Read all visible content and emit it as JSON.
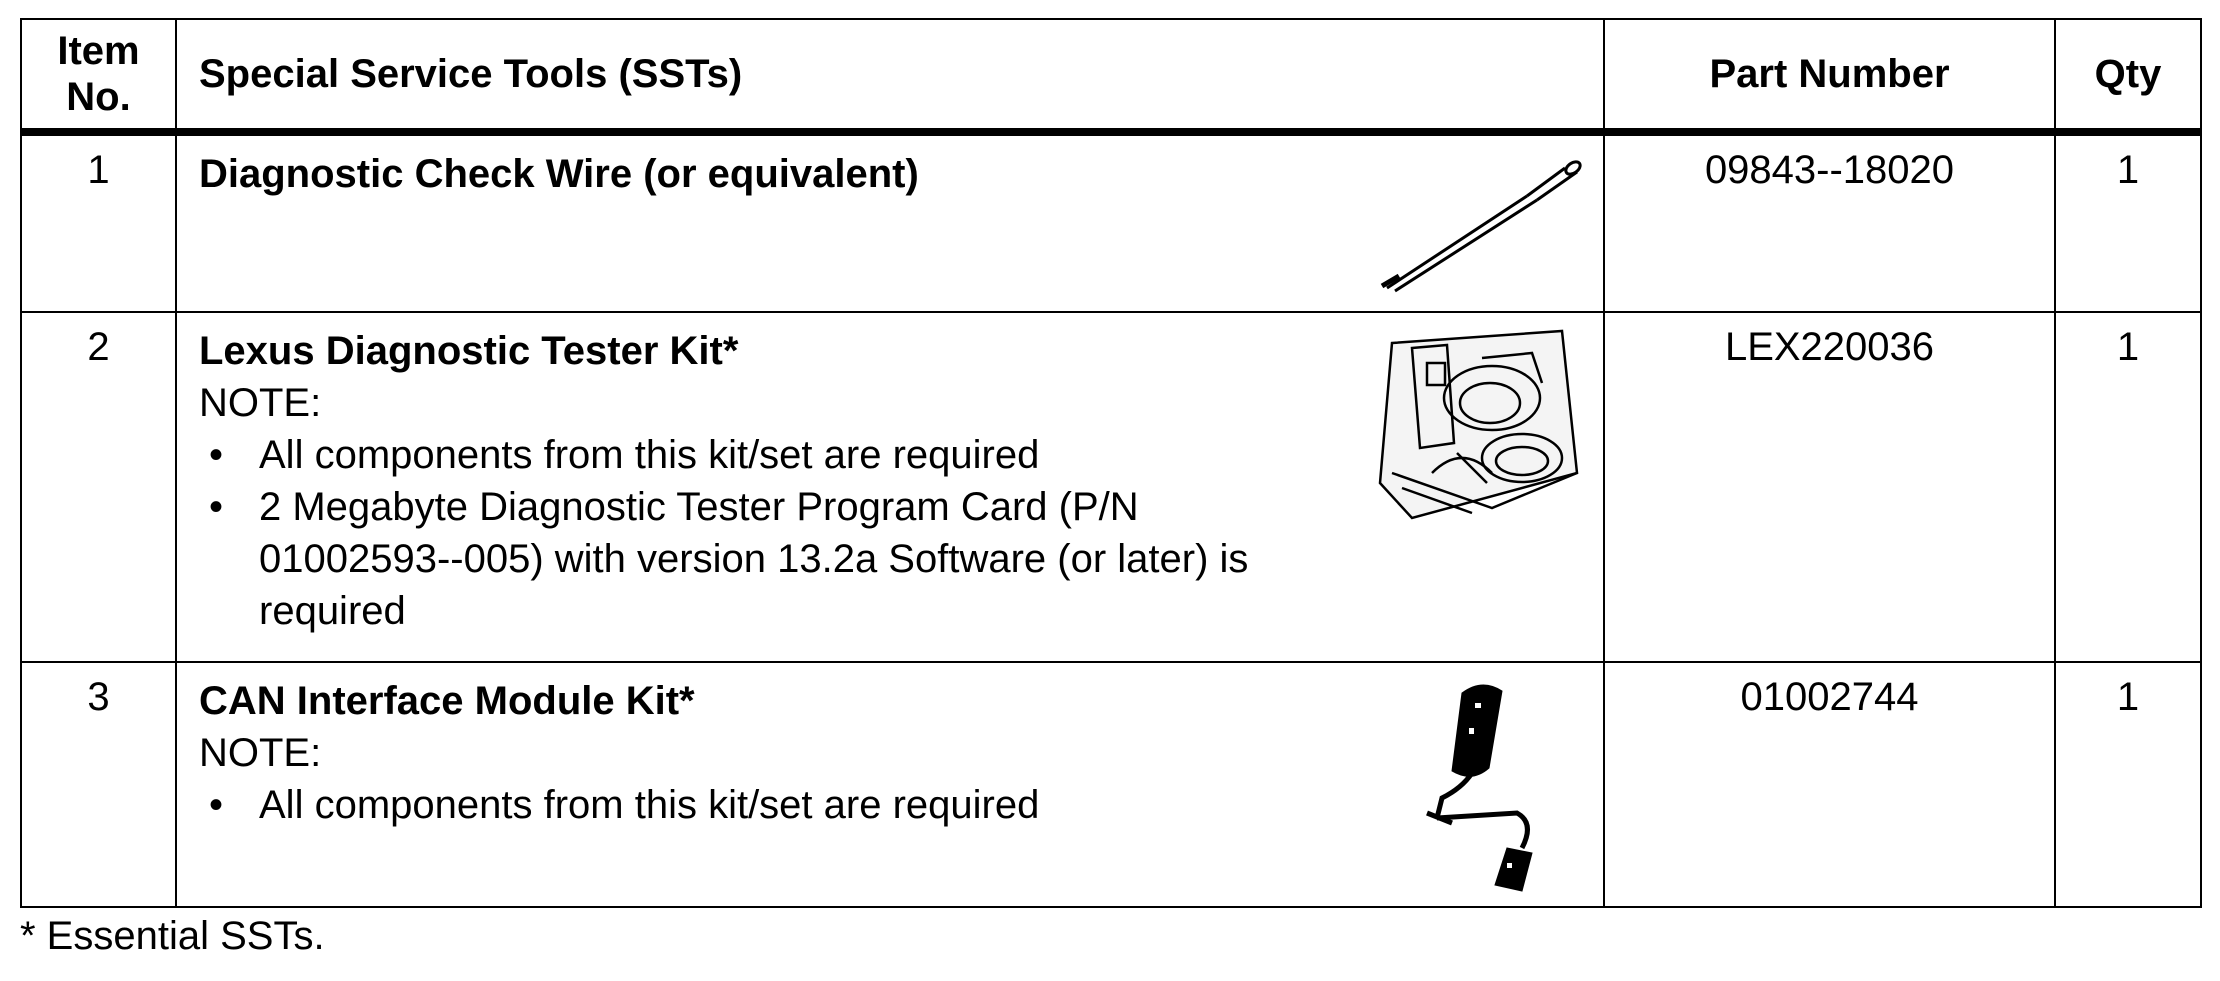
{
  "table": {
    "headers": {
      "item": "Item No.",
      "tools": "Special Service Tools (SSTs)",
      "part_number": "Part Number",
      "qty": "Qty"
    },
    "rows": [
      {
        "item": "1",
        "name": "Diagnostic Check Wire (or equivalent)",
        "note_label": "",
        "bullets": [],
        "part_number": "09843--18020",
        "qty": "1",
        "icon": "check-wire-icon"
      },
      {
        "item": "2",
        "name": "Lexus Diagnostic Tester Kit*",
        "note_label": "NOTE:",
        "bullets": [
          "All components from this kit/set are required",
          "2 Megabyte Diagnostic Tester Program Card (P/N 01002593--005) with version 13.2a Software (or later) is required"
        ],
        "part_number": "LEX220036",
        "qty": "1",
        "icon": "tester-kit-case-icon"
      },
      {
        "item": "3",
        "name": "CAN Interface Module Kit*",
        "note_label": "NOTE:",
        "bullets": [
          "All components from this kit/set are required"
        ],
        "part_number": "01002744",
        "qty": "1",
        "icon": "can-interface-module-icon"
      }
    ]
  },
  "footnote": "* Essential SSTs."
}
